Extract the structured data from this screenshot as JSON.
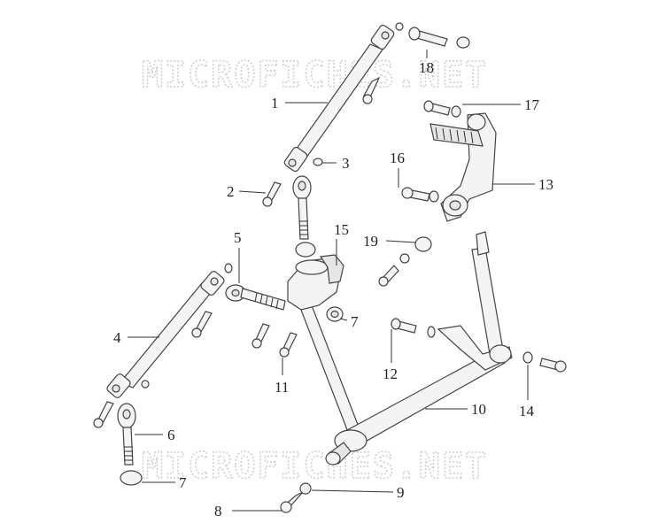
{
  "watermark": {
    "text": "MICROFICHES.NET"
  },
  "callouts": [
    {
      "id": "c1",
      "label": "1"
    },
    {
      "id": "c2",
      "label": "2"
    },
    {
      "id": "c3",
      "label": "3"
    },
    {
      "id": "c4",
      "label": "4"
    },
    {
      "id": "c5",
      "label": "5"
    },
    {
      "id": "c6",
      "label": "6"
    },
    {
      "id": "c7a",
      "label": "7"
    },
    {
      "id": "c7b",
      "label": "7"
    },
    {
      "id": "c8",
      "label": "8"
    },
    {
      "id": "c9",
      "label": "9"
    },
    {
      "id": "c10",
      "label": "10"
    },
    {
      "id": "c11",
      "label": "11"
    },
    {
      "id": "c12",
      "label": "12"
    },
    {
      "id": "c13",
      "label": "13"
    },
    {
      "id": "c14",
      "label": "14"
    },
    {
      "id": "c15",
      "label": "15"
    },
    {
      "id": "c16",
      "label": "16"
    },
    {
      "id": "c17",
      "label": "17"
    },
    {
      "id": "c18",
      "label": "18"
    },
    {
      "id": "c19",
      "label": "19"
    }
  ]
}
